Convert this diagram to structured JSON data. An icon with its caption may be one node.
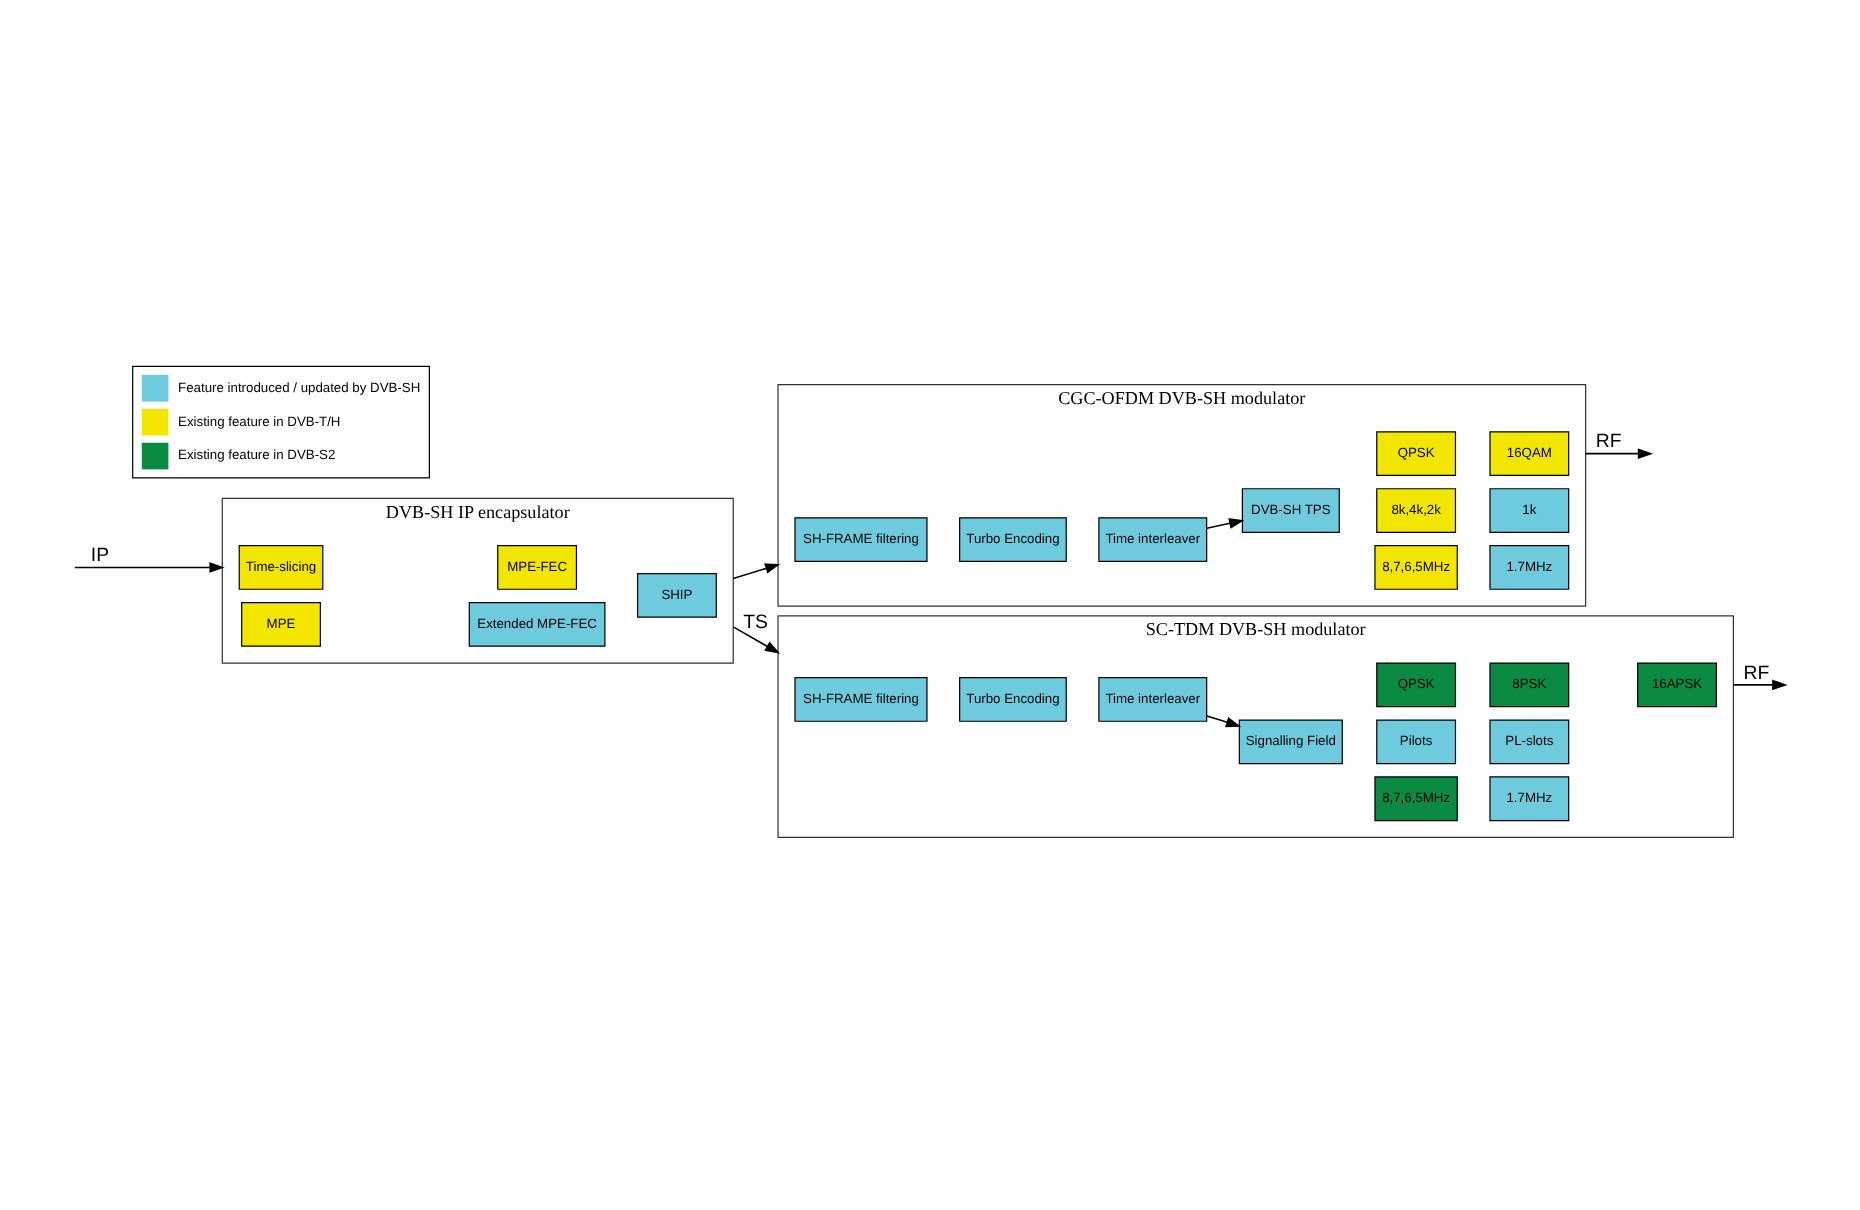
{
  "diagram": {
    "nodes": [
      {
        "text": [
          "DVB-SH IP encapsulator"
        ]
      },
      {
        "text": [
          "Time-slicing"
        ],
        "in": 0
      },
      {
        "text": [
          "MPE-FEC"
        ],
        "in": 0
      },
      {
        "text": [
          "MPE"
        ],
        "in": 0
      },
      {
        "text": [
          "Extended MPE-FEC"
        ],
        "in": 0
      },
      {
        "text": [
          "SHIP"
        ],
        "in": 0
      },
      {
        "text": [
          "CGC-OFDM DVB-SH modulator"
        ]
      },
      {
        "text": [
          "SH-FRAME filtering"
        ],
        "in": 6
      },
      {
        "text": [
          "Turbo Encoding"
        ],
        "in": 6
      },
      {
        "text": [
          "Time interleaver"
        ],
        "in": 6
      },
      {
        "text": [
          "DVB-SH TPS"
        ],
        "in": 6
      },
      {
        "text": [
          "8,7,6,5MHz"
        ],
        "in": 6
      },
      {
        "text": [
          "1.7MHz"
        ],
        "in": 6
      },
      {
        "text": [
          "8k,4k,2k"
        ],
        "in": 6
      },
      {
        "text": [
          "1k"
        ],
        "in": 6
      },
      {
        "text": [
          "QPSK"
        ],
        "in": 6
      },
      {
        "text": [
          "16QAM"
        ],
        "in": 6
      },
      {
        "text": [
          "SC-TDM DVB-SH modulator"
        ]
      },
      {
        "text": [
          "SH-FRAME filtering"
        ],
        "in": 17
      },
      {
        "text": [
          "Turbo Encoding"
        ],
        "in": 17
      },
      {
        "text": [
          "Time interleaver"
        ],
        "in": 17
      },
      {
        "text": [
          "Signalling Field"
        ],
        "in": 17
      },
      {
        "text": [
          "8,7,6,5MHz"
        ],
        "in": 17
      },
      {
        "text": [
          "1.7MHz"
        ],
        "in": 17
      },
      {
        "text": [
          "Pilots"
        ],
        "in": 17
      },
      {
        "text": [
          "PL-slots"
        ],
        "in": 17
      },
      {
        "text": [
          "QPSK"
        ],
        "in": 17
      },
      {
        "text": [
          "8PSK"
        ],
        "in": 17
      },
      {
        "text": [
          "16APSK"
        ],
        "in": 17
      }
    ],
    "edges": [
      {
        "from": null,
        "to": 0,
        "arrow": "to",
        "label": "IP"
      },
      {
        "from": 0,
        "to": 6,
        "arrow": "to"
      },
      {
        "from": 0,
        "to": 17,
        "arrow": "to",
        "label": "TS"
      },
      {
        "from": 9,
        "to": 10,
        "arrow": "to"
      },
      {
        "from": 20,
        "to": 21,
        "arrow": "to"
      },
      {
        "from": 6,
        "to": null,
        "arrow": "to",
        "label": "RF"
      },
      {
        "from": 17,
        "to": null,
        "arrow": "to",
        "label": "RF"
      }
    ],
    "legend": [
      {
        "text": "Feature introduced / updated by DVB-SH",
        "color": "#6ecbde"
      },
      {
        "text": "Existing feature in DVB-T/H",
        "color": "#f2e600"
      },
      {
        "text": "Existing feature in DVB-S2",
        "color": "#0b8a43"
      }
    ]
  }
}
